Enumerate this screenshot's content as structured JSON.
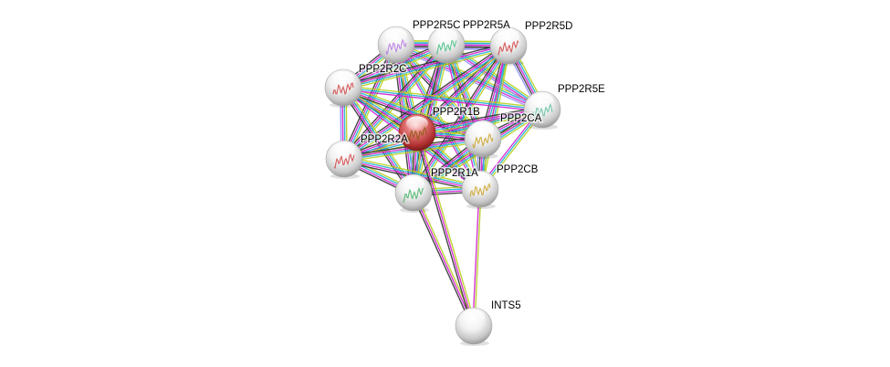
{
  "network": {
    "query_protein": "PPP2R1B",
    "nodes": [
      {
        "id": "PPP2R5C",
        "query": false,
        "structure_color": "#b070e0"
      },
      {
        "id": "PPP2R5A",
        "query": false,
        "structure_color": "#40c080"
      },
      {
        "id": "PPP2R5D",
        "query": false,
        "structure_color": "#d04040"
      },
      {
        "id": "PPP2R2C",
        "query": false,
        "structure_color": "#d04040"
      },
      {
        "id": "PPP2R5E",
        "query": false,
        "structure_color": "#60c0a0"
      },
      {
        "id": "PPP2R1B",
        "query": true,
        "structure_color": "#8a5a10"
      },
      {
        "id": "PPP2CA",
        "query": false,
        "structure_color": "#c8a020"
      },
      {
        "id": "PPP2R2A",
        "query": false,
        "structure_color": "#d04040"
      },
      {
        "id": "PPP2R1A",
        "query": false,
        "structure_color": "#40b060"
      },
      {
        "id": "PPP2CB",
        "query": false,
        "structure_color": "#c8a020"
      },
      {
        "id": "INTS5",
        "query": false,
        "structure_color": ""
      }
    ],
    "edge_colors": {
      "experiments": "#d020d0",
      "databases": "#20b0d0",
      "textmining": "#b8d020",
      "coexpression": "#333333",
      "homology": "#9090ff"
    },
    "edges": [
      [
        "PPP2R5C",
        "PPP2R5A",
        [
          "textmining",
          "databases",
          "experiments",
          "coexpression",
          "homology"
        ]
      ],
      [
        "PPP2R5C",
        "PPP2R5D",
        [
          "textmining",
          "databases",
          "experiments",
          "coexpression",
          "homology"
        ]
      ],
      [
        "PPP2R5C",
        "PPP2R2C",
        [
          "textmining",
          "databases",
          "experiments",
          "coexpression"
        ]
      ],
      [
        "PPP2R5C",
        "PPP2R5E",
        [
          "textmining",
          "databases",
          "experiments",
          "homology"
        ]
      ],
      [
        "PPP2R5C",
        "PPP2R1B",
        [
          "textmining",
          "databases",
          "experiments",
          "coexpression"
        ]
      ],
      [
        "PPP2R5C",
        "PPP2CA",
        [
          "textmining",
          "databases",
          "experiments",
          "coexpression"
        ]
      ],
      [
        "PPP2R5C",
        "PPP2R2A",
        [
          "textmining",
          "databases",
          "experiments",
          "coexpression"
        ]
      ],
      [
        "PPP2R5C",
        "PPP2R1A",
        [
          "textmining",
          "databases",
          "experiments",
          "coexpression"
        ]
      ],
      [
        "PPP2R5C",
        "PPP2CB",
        [
          "textmining",
          "databases",
          "experiments"
        ]
      ],
      [
        "PPP2R5A",
        "PPP2R5D",
        [
          "textmining",
          "databases",
          "experiments",
          "coexpression",
          "homology"
        ]
      ],
      [
        "PPP2R5A",
        "PPP2R2C",
        [
          "textmining",
          "databases",
          "experiments",
          "coexpression"
        ]
      ],
      [
        "PPP2R5A",
        "PPP2R5E",
        [
          "textmining",
          "databases",
          "experiments",
          "homology"
        ]
      ],
      [
        "PPP2R5A",
        "PPP2R1B",
        [
          "textmining",
          "databases",
          "experiments",
          "coexpression"
        ]
      ],
      [
        "PPP2R5A",
        "PPP2CA",
        [
          "textmining",
          "databases",
          "experiments",
          "coexpression"
        ]
      ],
      [
        "PPP2R5A",
        "PPP2R2A",
        [
          "textmining",
          "databases",
          "experiments",
          "coexpression"
        ]
      ],
      [
        "PPP2R5A",
        "PPP2R1A",
        [
          "textmining",
          "databases",
          "experiments",
          "coexpression"
        ]
      ],
      [
        "PPP2R5A",
        "PPP2CB",
        [
          "textmining",
          "databases",
          "experiments"
        ]
      ],
      [
        "PPP2R5D",
        "PPP2R2C",
        [
          "textmining",
          "databases",
          "experiments",
          "coexpression"
        ]
      ],
      [
        "PPP2R5D",
        "PPP2R5E",
        [
          "textmining",
          "databases",
          "experiments",
          "coexpression",
          "homology"
        ]
      ],
      [
        "PPP2R5D",
        "PPP2R1B",
        [
          "textmining",
          "databases",
          "experiments",
          "coexpression"
        ]
      ],
      [
        "PPP2R5D",
        "PPP2CA",
        [
          "textmining",
          "databases",
          "experiments",
          "coexpression"
        ]
      ],
      [
        "PPP2R5D",
        "PPP2R2A",
        [
          "textmining",
          "databases",
          "experiments",
          "coexpression"
        ]
      ],
      [
        "PPP2R5D",
        "PPP2R1A",
        [
          "textmining",
          "databases",
          "experiments",
          "coexpression"
        ]
      ],
      [
        "PPP2R5D",
        "PPP2CB",
        [
          "textmining",
          "databases",
          "experiments"
        ]
      ],
      [
        "PPP2R2C",
        "PPP2R2A",
        [
          "textmining",
          "databases",
          "experiments",
          "homology"
        ]
      ],
      [
        "PPP2R2C",
        "PPP2R1B",
        [
          "textmining",
          "databases",
          "experiments",
          "coexpression"
        ]
      ],
      [
        "PPP2R2C",
        "PPP2CA",
        [
          "textmining",
          "databases",
          "experiments",
          "coexpression"
        ]
      ],
      [
        "PPP2R2C",
        "PPP2R1A",
        [
          "textmining",
          "databases",
          "experiments",
          "coexpression"
        ]
      ],
      [
        "PPP2R2C",
        "PPP2CB",
        [
          "textmining",
          "databases",
          "experiments"
        ]
      ],
      [
        "PPP2R2C",
        "PPP2R5E",
        [
          "textmining",
          "databases",
          "experiments"
        ]
      ],
      [
        "PPP2R5E",
        "PPP2R1B",
        [
          "textmining",
          "databases",
          "experiments",
          "coexpression"
        ]
      ],
      [
        "PPP2R5E",
        "PPP2CA",
        [
          "textmining",
          "databases",
          "experiments",
          "coexpression"
        ]
      ],
      [
        "PPP2R5E",
        "PPP2R2A",
        [
          "textmining",
          "databases",
          "experiments"
        ]
      ],
      [
        "PPP2R5E",
        "PPP2R1A",
        [
          "textmining",
          "databases",
          "experiments",
          "coexpression"
        ]
      ],
      [
        "PPP2R5E",
        "PPP2CB",
        [
          "textmining",
          "databases",
          "experiments"
        ]
      ],
      [
        "PPP2R1B",
        "PPP2CA",
        [
          "textmining",
          "databases",
          "experiments",
          "coexpression"
        ]
      ],
      [
        "PPP2R1B",
        "PPP2R2A",
        [
          "textmining",
          "databases",
          "experiments",
          "coexpression"
        ]
      ],
      [
        "PPP2R1B",
        "PPP2R1A",
        [
          "textmining",
          "databases",
          "experiments",
          "coexpression",
          "homology"
        ]
      ],
      [
        "PPP2R1B",
        "PPP2CB",
        [
          "textmining",
          "databases",
          "experiments",
          "coexpression"
        ]
      ],
      [
        "PPP2CA",
        "PPP2R2A",
        [
          "textmining",
          "databases",
          "experiments",
          "coexpression"
        ]
      ],
      [
        "PPP2CA",
        "PPP2R1A",
        [
          "textmining",
          "databases",
          "experiments",
          "coexpression"
        ]
      ],
      [
        "PPP2CA",
        "PPP2CB",
        [
          "textmining",
          "databases",
          "experiments",
          "coexpression",
          "homology"
        ]
      ],
      [
        "PPP2R2A",
        "PPP2R1A",
        [
          "textmining",
          "databases",
          "experiments",
          "coexpression"
        ]
      ],
      [
        "PPP2R2A",
        "PPP2CB",
        [
          "textmining",
          "databases",
          "experiments",
          "coexpression"
        ]
      ],
      [
        "PPP2R1A",
        "PPP2CB",
        [
          "textmining",
          "databases",
          "experiments",
          "coexpression"
        ]
      ],
      [
        "PPP2R1A",
        "INTS5",
        [
          "textmining",
          "experiments",
          "coexpression"
        ]
      ],
      [
        "PPP2R1B",
        "INTS5",
        [
          "textmining",
          "experiments",
          "coexpression"
        ]
      ],
      [
        "PPP2CB",
        "INTS5",
        [
          "textmining",
          "experiments"
        ]
      ]
    ]
  }
}
